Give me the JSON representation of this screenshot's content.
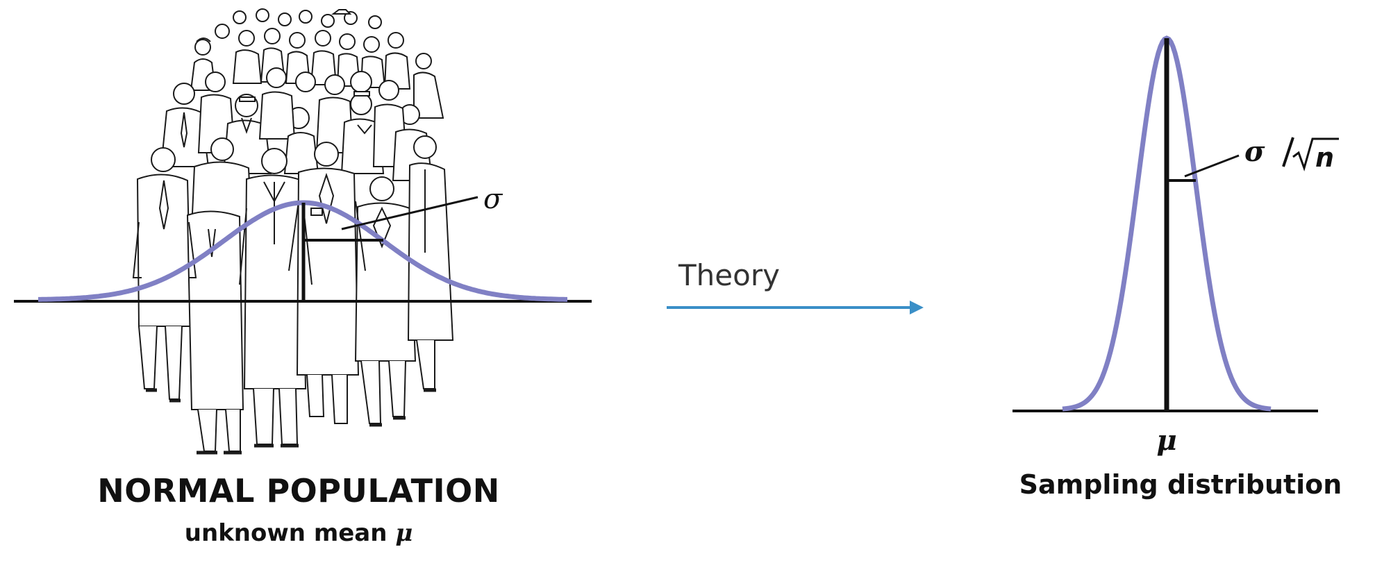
{
  "left_panel": {
    "sigma_label": "σ",
    "title": "NORMAL POPULATION",
    "subtitle_text": "unknown mean",
    "subtitle_symbol": "μ"
  },
  "arrow": {
    "label": "Theory",
    "color": "#3a8fc7"
  },
  "right_panel": {
    "se_sigma": "σ",
    "se_n": "n",
    "axis_label": "μ",
    "caption": "Sampling distribution"
  },
  "colors": {
    "curve": "#8080c4",
    "ink": "#111111",
    "crowd_fill": "#ffffff",
    "crowd_line": "#1a1a1a"
  },
  "icons": [
    "crowd-illustration",
    "arrow-right-icon",
    "square-root-icon"
  ]
}
